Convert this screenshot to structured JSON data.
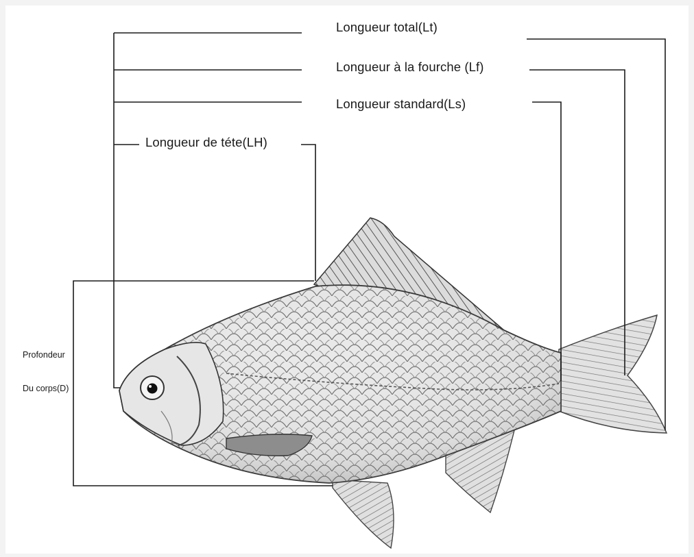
{
  "labels": {
    "total_length": "Longueur total(Lt)",
    "fork_length": "Longueur à la fourche (Lf)",
    "standard_length": "Longueur standard(Ls)",
    "head_length": "Longueur de téte(LH)",
    "body_depth_line1": "Profondeur",
    "body_depth_line2": "Du corps(D)"
  },
  "illustration": {
    "subject": "fish-illustration",
    "style": "grayscale pencil drawing"
  },
  "colors": {
    "line": "#1a1a1a",
    "background": "#ffffff"
  }
}
